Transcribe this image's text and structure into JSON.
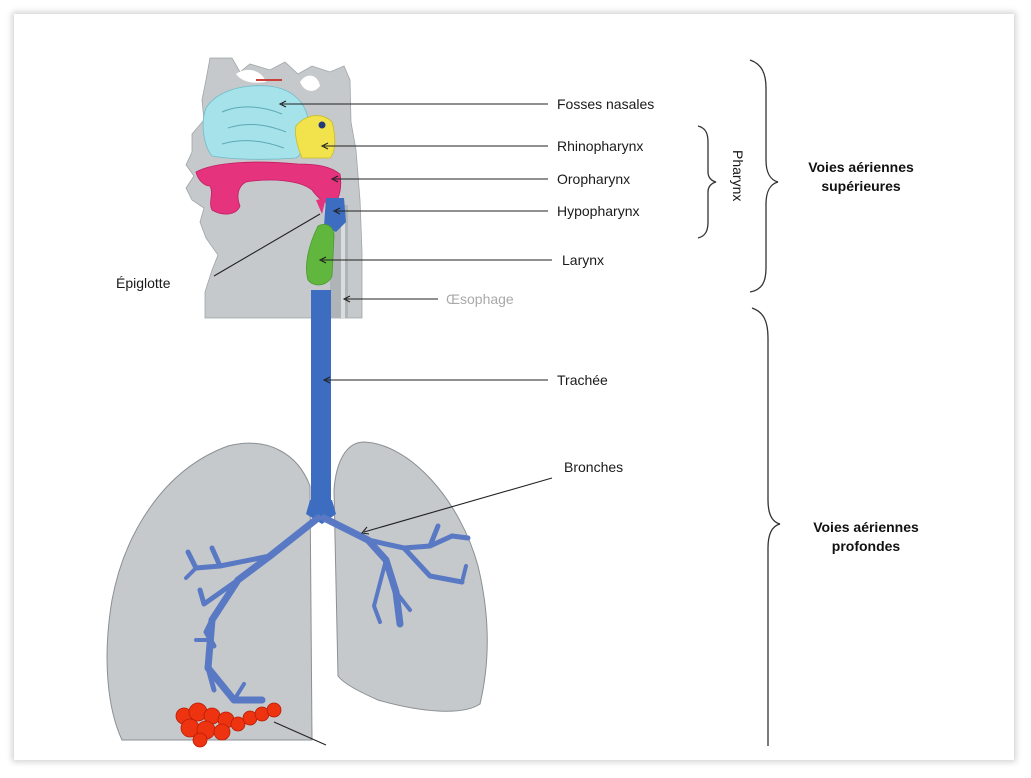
{
  "labels": {
    "fosses_nasales": "Fosses nasales",
    "rhinopharynx": "Rhinopharynx",
    "oropharynx": "Oropharynx",
    "hypopharynx": "Hypopharynx",
    "larynx": "Larynx",
    "epiglotte": "Épiglotte",
    "oesophage": "Œsophage",
    "trachee": "Trachée",
    "bronches": "Bronches"
  },
  "groups": {
    "pharynx": "Pharynx",
    "upper_line1": "Voies aériennes",
    "upper_line2": "supérieures",
    "lower_line1": "Voies aériennes",
    "lower_line2": "profondes"
  },
  "colors": {
    "tissue": "#c5c9cb",
    "nasal_cavity": "#a5e2ea",
    "rhinopharynx": "#f2e34d",
    "oropharynx": "#e5337d",
    "larynx": "#61b63d",
    "airway": "#3d6dc0",
    "bronchi": "#5a79c4",
    "alveoli": "#ee3311"
  }
}
